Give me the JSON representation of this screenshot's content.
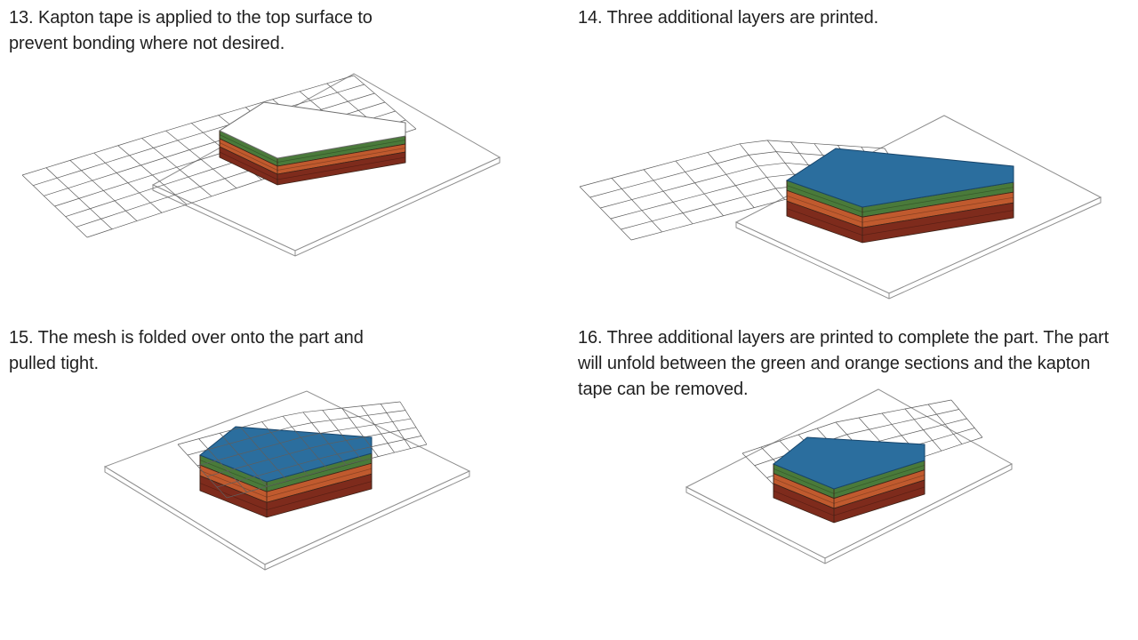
{
  "slide": {
    "background": "#ffffff",
    "panels": [
      {
        "number": "13",
        "caption": "13. Kapton tape is applied to the top surface to prevent bonding where not desired.",
        "figure_alt": "part-on-build-plate-with-kapton-tape-top-and-mesh-extending-left"
      },
      {
        "number": "14",
        "caption": "14. Three additional layers are printed.",
        "figure_alt": "blue-layers-printed-with-mesh-folded-away-to-left"
      },
      {
        "number": "15",
        "caption": "15. The mesh is folded over onto the part and pulled tight.",
        "figure_alt": "mesh-draped-over-blue-part-on-build-plate"
      },
      {
        "number": "16",
        "caption": "16. Three additional layers are printed to complete the part. The part will unfold between the green and orange sections and the kapton tape can be removed.",
        "figure_alt": "final-blue-layers-printed-over-mesh-on-part"
      }
    ],
    "figure_colors": {
      "plate_fill": "#ffffff",
      "plate_stroke": "#8f8f8f",
      "mesh_line": "#5e5e5e",
      "layer_maroon": "#7e2b1c",
      "layer_orange": "#c05a2e",
      "layer_green": "#4a7a3a",
      "layer_blue": "#2b6e9e",
      "blue_edge": "#17456b",
      "part_edge": "#3c2318",
      "tape_white": "#ffffff",
      "white_edge": "#6e6e6e"
    }
  }
}
